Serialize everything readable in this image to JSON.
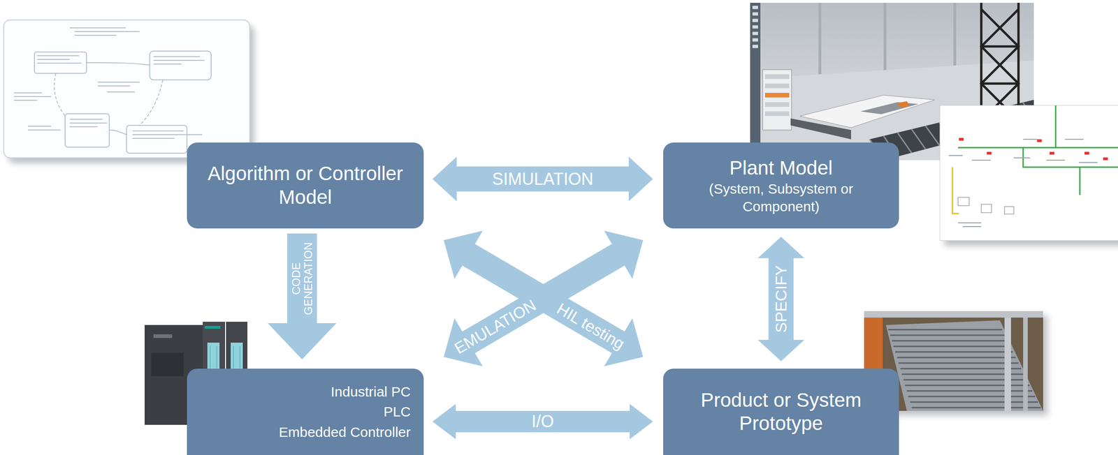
{
  "diagram": {
    "nodes": [
      {
        "text": [
          "Algorithm or Controller Model"
        ]
      },
      {
        "text": [
          "Plant Model",
          "(System, Subsystem or Component)"
        ]
      },
      {
        "text": [
          "Industrial PC",
          "PLC",
          "Embedded Controller"
        ]
      },
      {
        "text": [
          "Product or System Prototype"
        ]
      }
    ],
    "edges": [
      {
        "from": 0,
        "to": 1,
        "arrow": "both",
        "label": "SIMULATION"
      },
      {
        "from": 0,
        "to": 2,
        "arrow": "to",
        "label": "CODE GENERATION"
      },
      {
        "from": 1,
        "to": 3,
        "arrow": "both",
        "label": "SPECIFY"
      },
      {
        "from": 2,
        "to": 3,
        "arrow": "both",
        "label": "I/O"
      },
      {
        "from": 0,
        "to": 3,
        "arrow": "both",
        "label": "HIL testing"
      },
      {
        "from": 2,
        "to": 1,
        "arrow": "both",
        "label": "EMULATION"
      }
    ]
  }
}
